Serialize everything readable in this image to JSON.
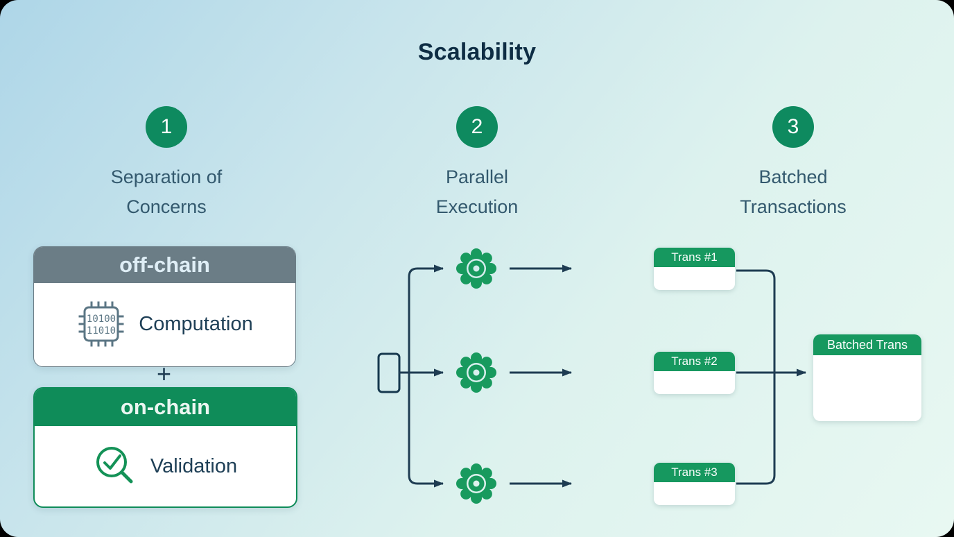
{
  "title": "Scalability",
  "steps": [
    {
      "number": "1",
      "label_line1": "Separation of",
      "label_line2": "Concerns"
    },
    {
      "number": "2",
      "label_line1": "Parallel",
      "label_line2": "Execution"
    },
    {
      "number": "3",
      "label_line1": "Batched",
      "label_line2": "Transactions"
    }
  ],
  "separation": {
    "offchain": {
      "header": "off-chain",
      "item_label": "Computation",
      "chip_icon_line1": "10100",
      "chip_icon_line2": "11010"
    },
    "plus_sign": "+",
    "onchain": {
      "header": "on-chain",
      "item_label": "Validation"
    }
  },
  "batched_transactions": {
    "boxes": [
      "Trans #1",
      "Trans #2",
      "Trans #3"
    ],
    "result_box": "Batched Trans"
  },
  "colors": {
    "accent_green": "#0E8A5F",
    "header_green": "#16985F",
    "gear_green": "#189A5E",
    "header_gray": "#6B7D86",
    "line_navy": "#1E3C52",
    "text_slate": "#33596E",
    "text_navy": "#1E3F56",
    "title_navy": "#0E2D44",
    "chip_icon_gray": "#5B7684",
    "bg_gradient_start": "#AED6E8",
    "bg_gradient_end": "#E8F8F2"
  }
}
